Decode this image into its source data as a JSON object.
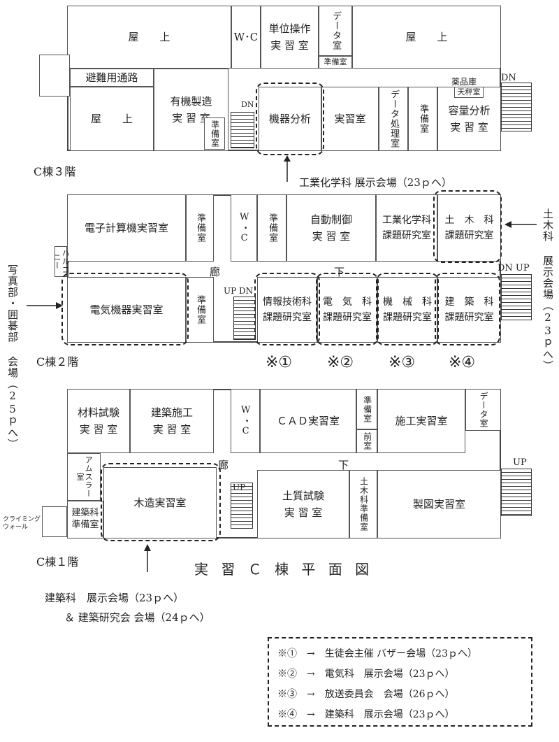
{
  "floor3": {
    "title": "C棟３階",
    "rooms": {
      "rooftop_left": "屋　　上",
      "wc": "W･C",
      "unit_ops": "単位操作\n実 習 室",
      "data_room_top": "データ室",
      "prep_small": "準備室",
      "rooftop_right": "屋　　上",
      "escape_path": "避難用通路",
      "rooftop_bottom": "屋　　上",
      "organic": "有機製造\n実 習 室",
      "prep_vertical": "準備室",
      "instrument": "機器分析",
      "lab": "実習室",
      "data_proc": "データ処理室",
      "prep2": "準備室",
      "volumetric": "容量分析\n実 習 室",
      "chem_store": "薬品庫",
      "balance": "天秤室"
    },
    "stair_left": "DN",
    "stair_right": "DN",
    "callout": "工業化学科  展示会場（23ｐへ）"
  },
  "floor2": {
    "title": "C棟２階",
    "rooms": {
      "computer": "電子計算機実習室",
      "prep_a": "準備室",
      "wc": "W・C",
      "prep_b": "準備室",
      "auto_control": "自動制御\n実 習 室",
      "chem_research": "工業化学科\n課題研究室",
      "civil_research": "土　木　科\n課題研究室",
      "balcony": "ハルコニー",
      "electrical_lab": "電気機器実習室",
      "prep_c": "準備室",
      "info_research": "情報技術科\n課題研究室",
      "elec_research": "電　気　科\n課題研究室",
      "mech_research": "機　械　科\n課題研究室",
      "arch_research": "建　築　科\n課題研究室"
    },
    "corridor_left": "廊",
    "corridor_right": "下",
    "stair_left": "UP DN",
    "stair_right": "DN UP",
    "marks": [
      "※①",
      "※②",
      "※③",
      "※④"
    ],
    "callout_right": "土木科 展示会場（23ｐへ）",
    "callout_left": "写真部・囲碁部 会場（25ｐへ）"
  },
  "floor1": {
    "title": "C棟１階",
    "rooms": {
      "materials": "材料試験\n実 習 室",
      "construction": "建築施工\n実 習 室",
      "wc": "W・C",
      "cad": "ＣＡＤ実習室",
      "prep_d": "準備室",
      "front": "前室",
      "exec_lab": "施工実習室",
      "data_room": "データ室",
      "amsler": "アムスラー室",
      "wood": "木造実習室",
      "soil": "土質試験\n実 習 室",
      "civil_prep": "土木科準備室",
      "drafting": "製図実習室",
      "arch_prep": "建築科\n準備室"
    },
    "climbing": "クライミング\nウォール",
    "corridor_left": "廊",
    "corridor_right": "下",
    "stair_left": "UP",
    "stair_right": "UP",
    "callout_line1": "建築科　展示会場（23ｐへ）",
    "callout_line2": "＆ 建築研究会 会場（24ｐへ）"
  },
  "plan_title": "実 習 Ｃ 棟 平 面 図",
  "legend": [
    "※①　→　生徒会主催 バザー会場（23ｐへ）",
    "※②　→　電気科　展示会場（23ｐへ）",
    "※③　→　放送委員会　会場（26ｐへ）",
    "※④　→　建築科　展示会場（23ｐへ）"
  ]
}
